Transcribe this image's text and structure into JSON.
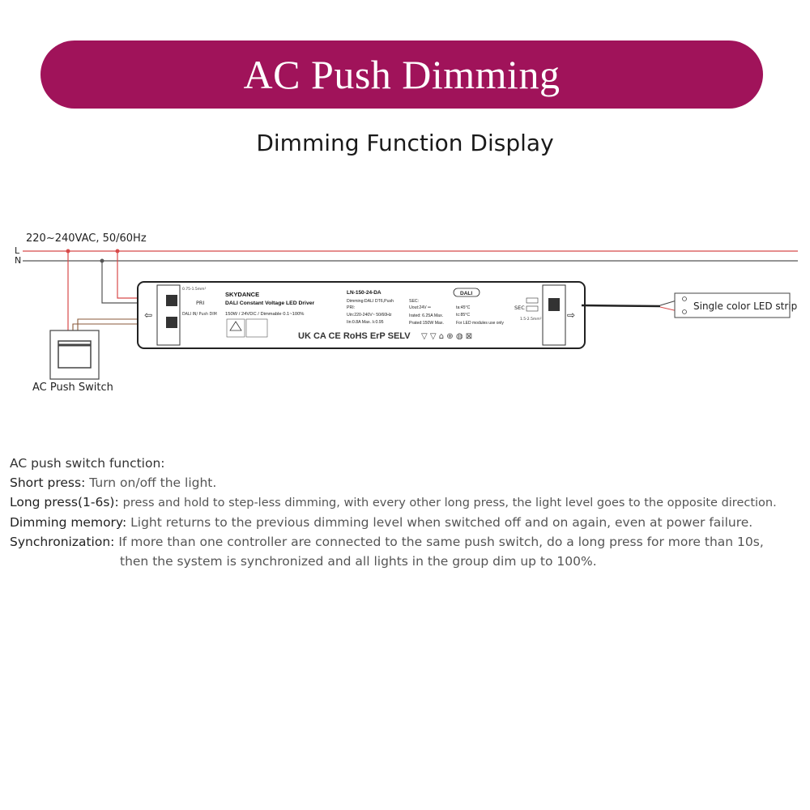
{
  "banner": {
    "title": "AC Push Dimming"
  },
  "subtitle": "Dimming Function Display",
  "diagram": {
    "supply_label": "220~240VAC, 50/60Hz",
    "line_L": "L",
    "line_N": "N",
    "switch_label": "AC Push Switch",
    "led_label": "Single color LED strip",
    "colors": {
      "brand": "#a0135a",
      "live": "#d84a4a",
      "neutral": "#555555",
      "wire": "#8a5a3a"
    },
    "driver": {
      "brand": "SKYDANCE",
      "product": "DALI Constant Voltage LED Driver",
      "spec": "150W / 24VDC / Dimmable 0.1~100%",
      "model": "LN-150-24-DA",
      "dimming": "Dimming:DALI DT6,Push",
      "pri": "PRI:",
      "uin": "Uin:220-240V~ 50/60Hz",
      "iin": "Iin:0.8A Max.  λ:0.95",
      "sec": "SEC:",
      "uout": "Uout:24V ═",
      "irated": "Irated: 6.25A Max.",
      "prated": "Prated:150W Max.",
      "ta": "ta:45°C",
      "tc": "tc:85°C",
      "led_only": "For LED modules use only",
      "dali_logo": "DALI",
      "marks": "UK CA  CE  RoHS ErP SELV",
      "pri_port": "PRI",
      "sec_port": "SEC",
      "dali_push": "DALI IN/ Push DIM",
      "wire_gauge": "0.75-1.5mm²",
      "wire_gauge2": "1.5-2.5mm²"
    }
  },
  "functions": {
    "heading": "AC push switch function:",
    "items": [
      {
        "label": "Short press:",
        "text": "Turn on/off the light."
      },
      {
        "label": "Long press(1-6s):",
        "text": "press and hold to step-less dimming, with every other long press, the light level goes to the opposite direction."
      },
      {
        "label": "Dimming memory:",
        "text": "Light returns to the previous dimming level when switched off and on again, even at power failure."
      },
      {
        "label": "Synchronization:",
        "text": "If more than one controller are connected to the same push switch, do a long press for more than 10s,"
      }
    ],
    "continuation": "then the system is synchronized and all lights in the group dim up to 100%."
  }
}
